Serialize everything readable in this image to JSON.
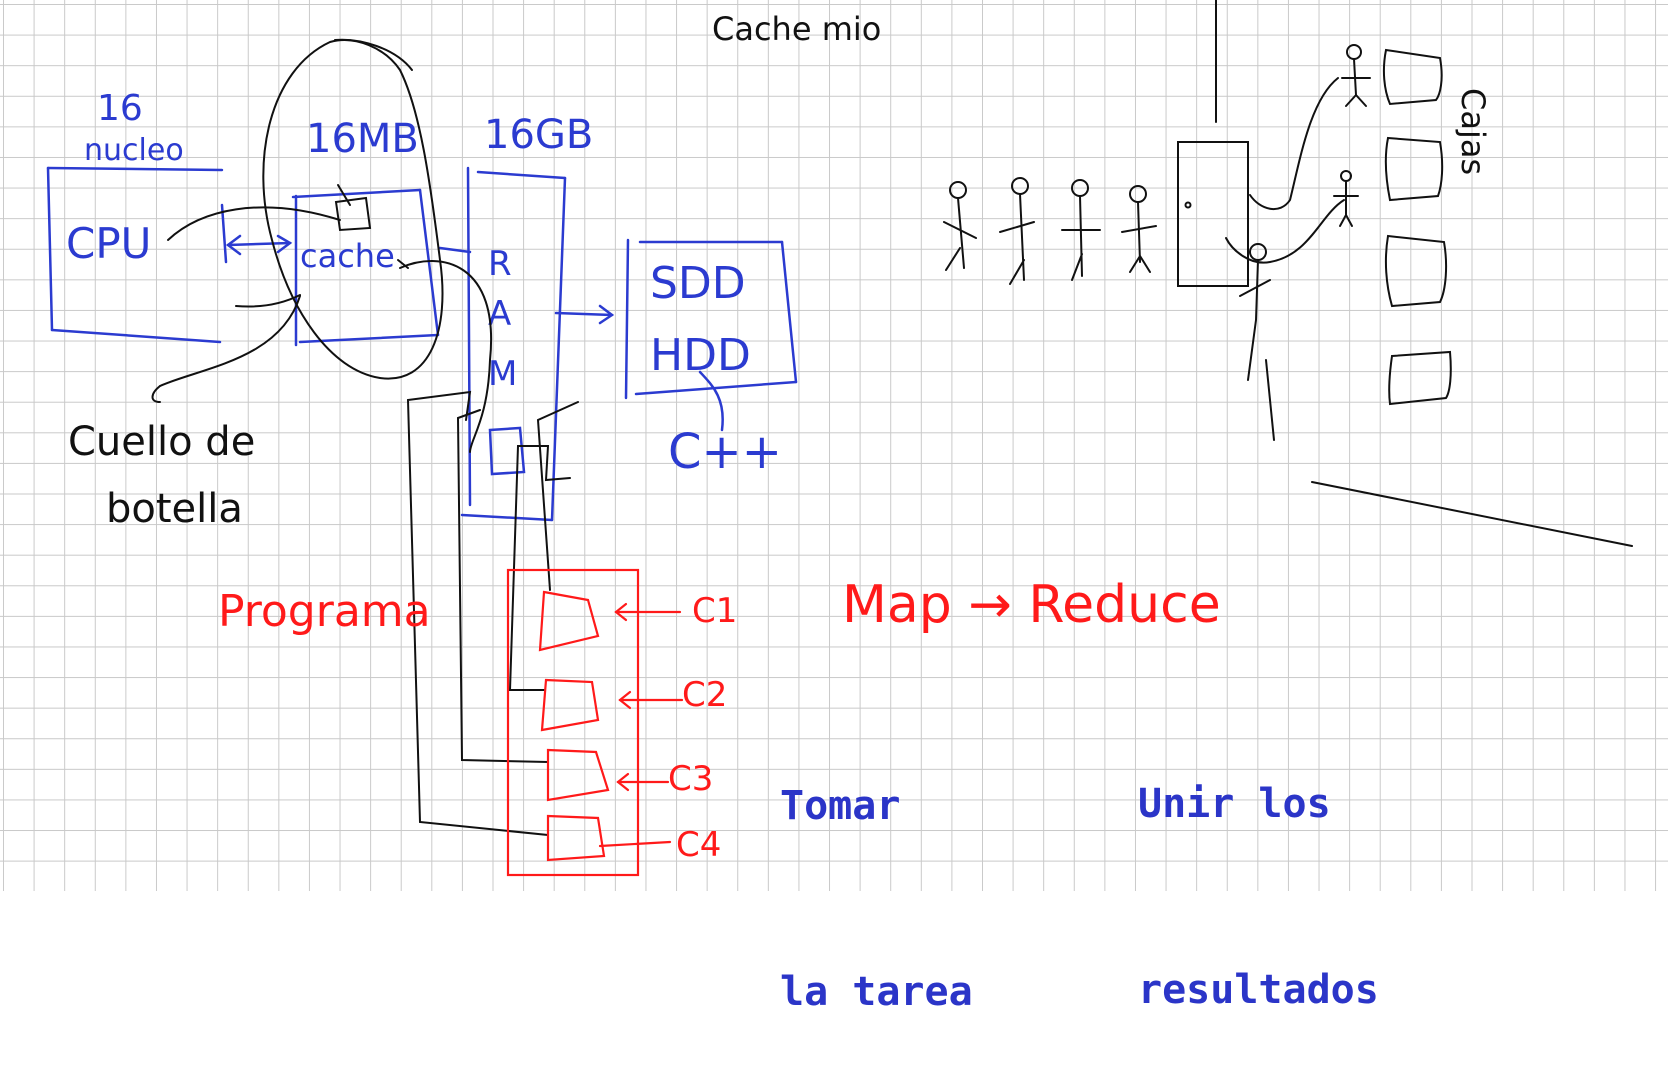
{
  "colors": {
    "blue": "#2b3bd0",
    "black": "#111111",
    "red": "#ff1a1a",
    "typed_blue": "#2b35c8",
    "grid": "#c9c9c9"
  },
  "handwritten": {
    "cache_mio": "Cache mio",
    "cores_16": "16",
    "nucleo": "nucleo",
    "cpu": "CPU",
    "mb16": "16MB",
    "gb16": "16GB",
    "cache": "cache",
    "ram_r": "R",
    "ram_a": "A",
    "ram_m": "M",
    "ssd": "SDD",
    "hdd": "HDD",
    "cpp": "C++",
    "bottleneck_1": "Cuello de",
    "bottleneck_2": "botella",
    "programa": "Programa",
    "map_reduce": "Map → Reduce",
    "c1": "C1",
    "c2": "C2",
    "c3": "C3",
    "c4": "C4",
    "cajas": "Cajas"
  },
  "typed": {
    "tomar_line1": "Tomar",
    "tomar_line2": "la tarea",
    "unir_line1": "Unir los",
    "unir_line2": "resultados"
  }
}
